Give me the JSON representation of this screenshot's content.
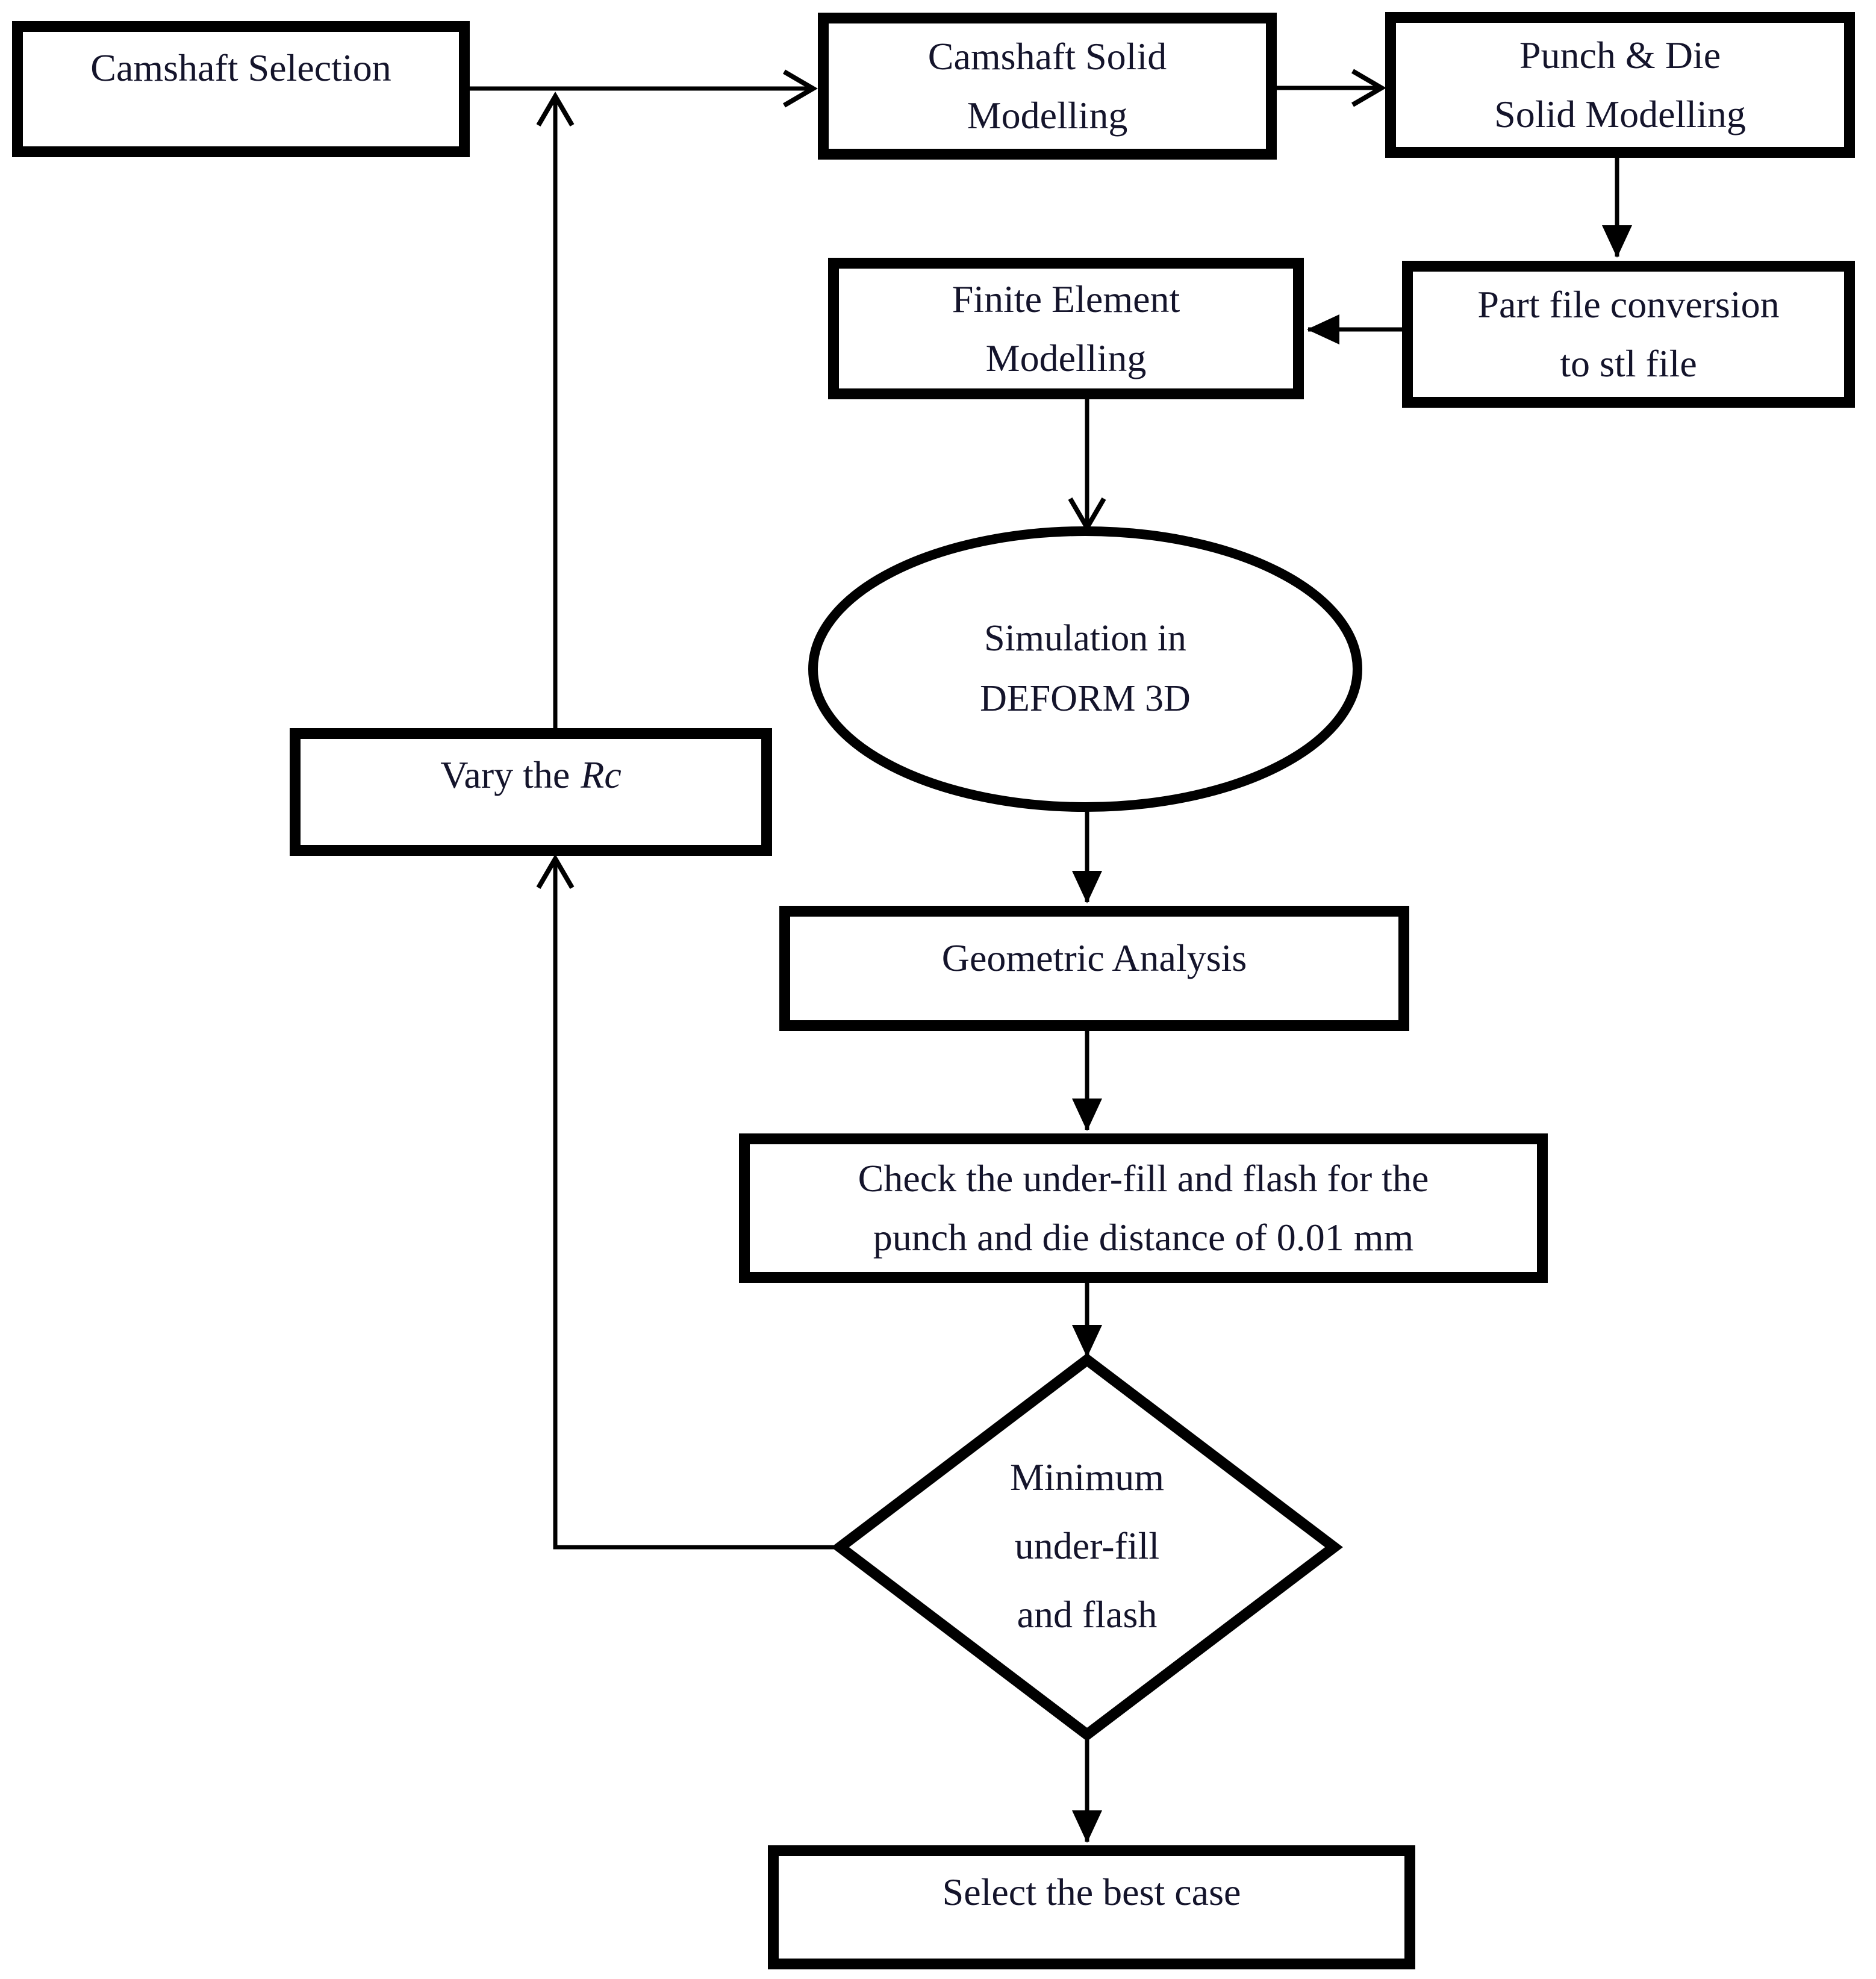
{
  "diagram": {
    "type": "flowchart",
    "nodes": {
      "camshaft_selection": {
        "label": "Camshaft Selection",
        "shape": "rect"
      },
      "camshaft_solid_modelling": {
        "lines": [
          "Camshaft Solid",
          "Modelling"
        ],
        "shape": "rect"
      },
      "punch_die_solid_modelling": {
        "lines": [
          "Punch & Die",
          "Solid Modelling"
        ],
        "shape": "rect"
      },
      "part_file_conversion": {
        "lines": [
          "Part file conversion",
          "to stl file"
        ],
        "shape": "rect"
      },
      "finite_element_modelling": {
        "lines": [
          "Finite Element",
          "Modelling"
        ],
        "shape": "rect"
      },
      "simulation_deform": {
        "lines": [
          "Simulation in",
          "DEFORM 3D"
        ],
        "shape": "ellipse"
      },
      "vary_rc": {
        "prefix": "Vary the",
        "italic_var": "Rc",
        "shape": "rect"
      },
      "geometric_analysis": {
        "label": "Geometric Analysis",
        "shape": "rect"
      },
      "check_underfill": {
        "lines": [
          "Check the under-fill and flash for the",
          "punch and die distance of 0.01 mm"
        ],
        "shape": "rect"
      },
      "minimum_underfill": {
        "lines": [
          "Minimum",
          "under-fill",
          "and flash"
        ],
        "shape": "diamond"
      },
      "select_best": {
        "label": "Select the best case",
        "shape": "rect"
      }
    },
    "edges": [
      {
        "from": "camshaft_selection",
        "to": "camshaft_solid_modelling"
      },
      {
        "from": "camshaft_solid_modelling",
        "to": "punch_die_solid_modelling"
      },
      {
        "from": "punch_die_solid_modelling",
        "to": "part_file_conversion"
      },
      {
        "from": "part_file_conversion",
        "to": "finite_element_modelling"
      },
      {
        "from": "finite_element_modelling",
        "to": "simulation_deform"
      },
      {
        "from": "simulation_deform",
        "to": "geometric_analysis"
      },
      {
        "from": "geometric_analysis",
        "to": "check_underfill"
      },
      {
        "from": "check_underfill",
        "to": "minimum_underfill"
      },
      {
        "from": "minimum_underfill",
        "to": "select_best"
      },
      {
        "from": "minimum_underfill",
        "to": "vary_rc"
      },
      {
        "from": "vary_rc",
        "to": "camshaft_solid_modelling"
      }
    ],
    "colors": {
      "background": "#ffffff",
      "shape_border": "#000000",
      "line": "#000000",
      "text": "#14142b"
    }
  }
}
